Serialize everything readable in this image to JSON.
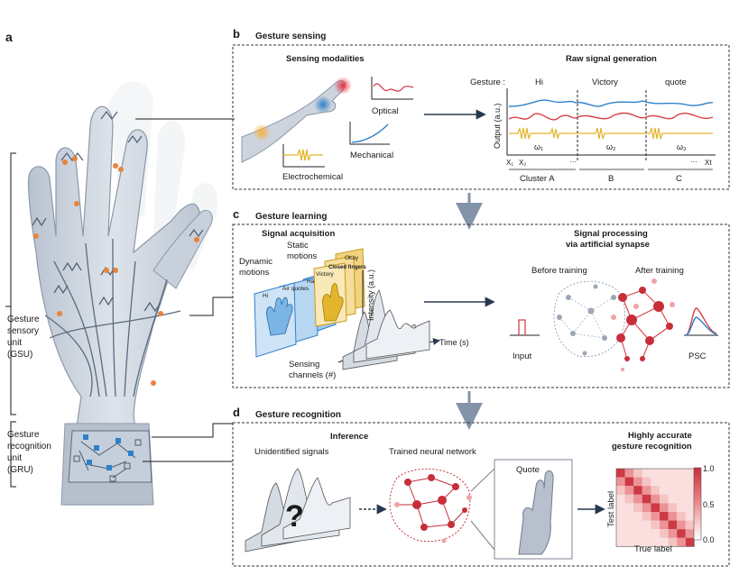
{
  "panels": {
    "a": {
      "letter": "a",
      "gsu_label": [
        "Gesture",
        "sensory",
        "unit",
        "(GSU)"
      ],
      "gru_label": [
        "Gesture",
        "recognition",
        "unit",
        "(GRU)"
      ]
    },
    "b": {
      "letter": "b",
      "title": "Gesture sensing",
      "sensing_title": "Sensing modalities",
      "optical": "Optical",
      "mechanical": "Mechanical",
      "electrochemical": "Electrochemical",
      "raw_title": "Raw signal generation",
      "gesture_prefix": "Gesture :",
      "gestures": [
        "Hi",
        "Victory",
        "quote"
      ],
      "ylabel": "Output (a.u.)",
      "omegas": [
        "ω₁",
        "ω₂",
        "ω₃"
      ],
      "x_ticks": [
        "X₁",
        "X₂",
        "···",
        "···",
        "Xt"
      ],
      "clusters": [
        "Cluster A",
        "B",
        "C"
      ]
    },
    "c": {
      "letter": "c",
      "title": "Gesture learning",
      "acq_title": "Signal acquisition",
      "static": [
        "Static",
        "motions"
      ],
      "dynamic": [
        "Dynamic",
        "motions"
      ],
      "card_labels": [
        "Hi",
        "Air quotes",
        "Hand shake",
        "Victory",
        "Okay",
        "Closed fingers"
      ],
      "intensity": "Intensity (a.u.)",
      "time": "Time (s)",
      "channels": [
        "Sensing",
        "channels (#)"
      ],
      "proc_title": [
        "Signal processing",
        "via artificial synapse"
      ],
      "before": "Before training",
      "after": "After training",
      "input": "Input",
      "psc": "PSC"
    },
    "d": {
      "letter": "d",
      "title": "Gesture recognition",
      "inference": "Inference",
      "unidentified": "Unidentified signals",
      "trained": "Trained neural network",
      "quote": "Quote",
      "highly": [
        "Highly accurate",
        "gesture recognition"
      ],
      "test_label": "Test label",
      "true_label": "True label",
      "colorbar_ticks": [
        "1.0",
        "0.5",
        "0.0"
      ]
    }
  },
  "colors": {
    "accent_blue": "#2f80c9",
    "accent_red": "#d8414a",
    "accent_yellow": "#e3b52c",
    "hand": "#cfd6e0",
    "dark": "#1a1a1a"
  }
}
